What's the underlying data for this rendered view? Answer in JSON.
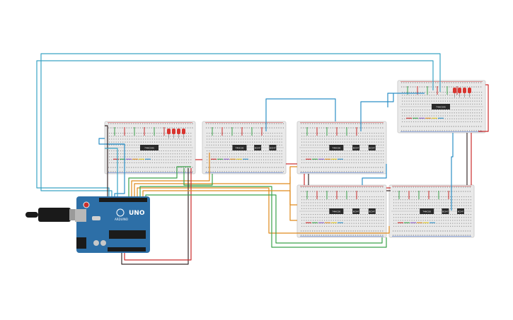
{
  "arduino": {
    "brand": "UNO",
    "maker": "ARDUINO"
  },
  "chips": {
    "shift_register": "74HC595",
    "driver": "74HC00",
    "small": "BC547"
  },
  "colors": {
    "breadboard": "#e9e9e9",
    "breadboard_edge": "#cfcfcf",
    "hole": "#8f8f8f",
    "rail_red": "#d23b3b",
    "rail_blue": "#3b66c9",
    "arduino": "#2d6fa7",
    "arduino_dark": "#245a89",
    "wire_teal": "#3aa3c4",
    "wire_blue": "#2c8fc6",
    "wire_green": "#3aa24a",
    "wire_orange": "#e08a1c",
    "wire_red": "#cc2a2a",
    "wire_dark": "#3a2a2a",
    "led_red": "#d9352f",
    "chip": "#2a2a2a"
  },
  "icons": {
    "usb": "usb-connector-icon",
    "power": "barrel-jack-icon",
    "reset": "reset-button-icon"
  }
}
